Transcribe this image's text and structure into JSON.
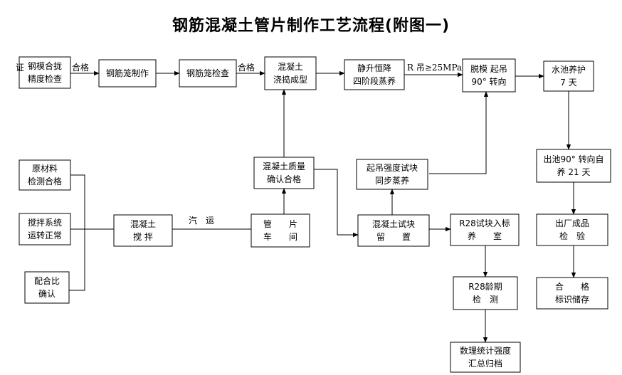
{
  "title": "钢筋混凝土管片制作工艺流程(附图一)",
  "nodes": {
    "mold_check": [
      "钢模合拢",
      "精度检查"
    ],
    "mold_check_side": "证",
    "cage_make": [
      "钢筋笼制作"
    ],
    "cage_check": [
      "钢筋笼检查"
    ],
    "pour": [
      "混凝土",
      "浇捣成型"
    ],
    "cure": [
      "静升恒降",
      "四阶段蒸养"
    ],
    "demold": [
      "脱模 起吊",
      "90° 转向"
    ],
    "pool": [
      "水池养护",
      "7 天"
    ],
    "raw": [
      "原材料",
      "检测合格"
    ],
    "mixer": [
      "搅拌系统",
      "运转正常"
    ],
    "mix_ratio": [
      "配合比",
      "确认"
    ],
    "concrete": [
      "混凝土",
      "搅 拌"
    ],
    "quality": [
      "混凝土质量",
      "确认合格"
    ],
    "lift_test": [
      "起吊强度试块",
      "同步蒸养"
    ],
    "pipe_car": [
      "管　　片",
      "车　　间"
    ],
    "test_block": [
      "混凝土试块",
      "留　　置"
    ],
    "r28_room": [
      "R28试块入标",
      "养　　室"
    ],
    "r28_test": [
      "R28龄期",
      "检　测"
    ],
    "stats": [
      "数理统计强度",
      "汇总归档"
    ],
    "exit_turn": [
      "出池90° 转向自",
      "养 21 天"
    ],
    "final_check": [
      "出厂成品",
      "检　验"
    ],
    "store": [
      "合　　格",
      "标识储存"
    ]
  },
  "edge_labels": {
    "pass1": "合格",
    "pass2": "合格",
    "strength": "R 吊≥25MPa",
    "transport": "汽　运"
  }
}
